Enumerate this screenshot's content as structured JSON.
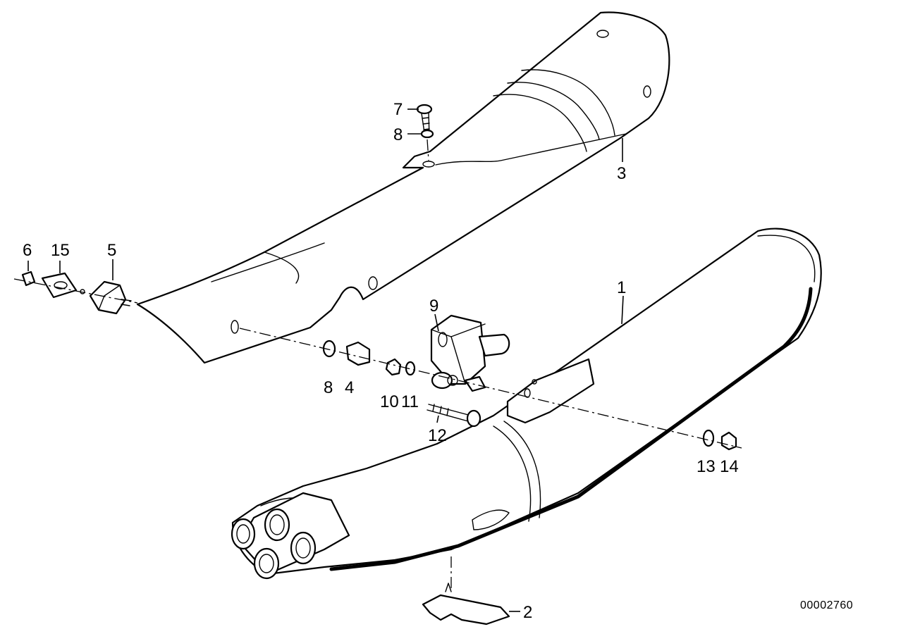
{
  "diagram_number": "00002760",
  "callouts": {
    "c1": "1",
    "c2": "2",
    "c3": "3",
    "c4": "4",
    "c5": "5",
    "c6": "6",
    "c7": "7",
    "c8a": "8",
    "c8b": "8",
    "c9": "9",
    "c10": "10",
    "c11": "11",
    "c12": "12",
    "c13": "13",
    "c14": "14",
    "c15": "15"
  },
  "colors": {
    "line": "#000000",
    "background": "#ffffff"
  }
}
